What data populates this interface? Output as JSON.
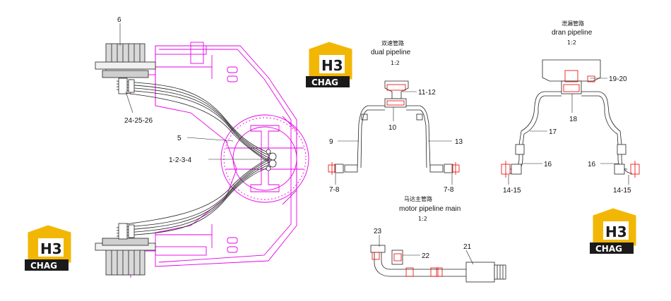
{
  "callouts": {
    "c6": "6",
    "c24_25_26": "24-25-26",
    "c5": "5",
    "c1_2_3_4": "1-2-3-4",
    "c11_12": "11-12",
    "c10": "10",
    "c9": "9",
    "c13": "13",
    "c7_8_left": "7-8",
    "c7_8_right": "7-8",
    "c19_20": "19-20",
    "c18": "18",
    "c17": "17",
    "c16_left": "16",
    "c16_right": "16",
    "c14_15_left": "14-15",
    "c14_15_right": "14-15",
    "c23": "23",
    "c22": "22",
    "c21": "21"
  },
  "titles": {
    "dual": {
      "cn": "双速管路",
      "en": "dual  pipeline",
      "scale": "1:2"
    },
    "drain": {
      "cn": "泄漏管路",
      "en": "dran  pipeline",
      "scale": "1:2"
    },
    "motor": {
      "cn": "马达主管路",
      "en": "motor  pipeline main",
      "scale": "1:2"
    }
  },
  "logo": {
    "top": "H3",
    "bottom": "CHAG"
  },
  "colors": {
    "frame": "#e600e6",
    "line": "#222222",
    "accent": "#e60000",
    "logo_yellow": "#f2b705",
    "logo_dark": "#1a1a1a"
  }
}
